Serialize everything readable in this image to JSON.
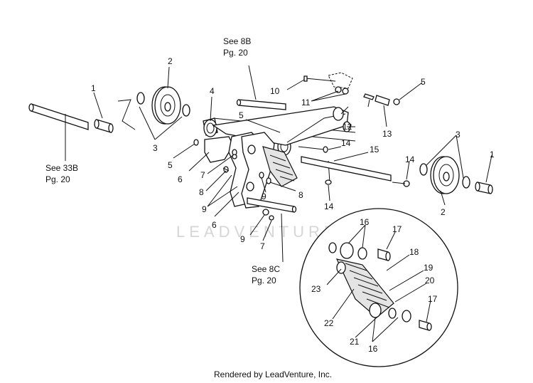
{
  "diagram": {
    "watermark": "LEADVENTURE",
    "footer": "Rendered by LeadVenture, Inc.",
    "references": {
      "see_8b": {
        "line1": "See 8B",
        "line2": "Pg. 20"
      },
      "see_33b": {
        "line1": "See 33B",
        "line2": "Pg. 20"
      },
      "see_8c": {
        "line1": "See 8C",
        "line2": "Pg. 20"
      }
    },
    "callouts": [
      "1",
      "2",
      "3",
      "4",
      "5",
      "3",
      "5",
      "6",
      "7",
      "8",
      "9",
      "8",
      "6",
      "9",
      "7",
      "9",
      "10",
      "11",
      "12",
      "13",
      "5",
      "14",
      "14",
      "15",
      "14",
      "3",
      "1",
      "2",
      "16",
      "17",
      "18",
      "19",
      "20",
      "23",
      "22",
      "21",
      "16",
      "17"
    ]
  }
}
